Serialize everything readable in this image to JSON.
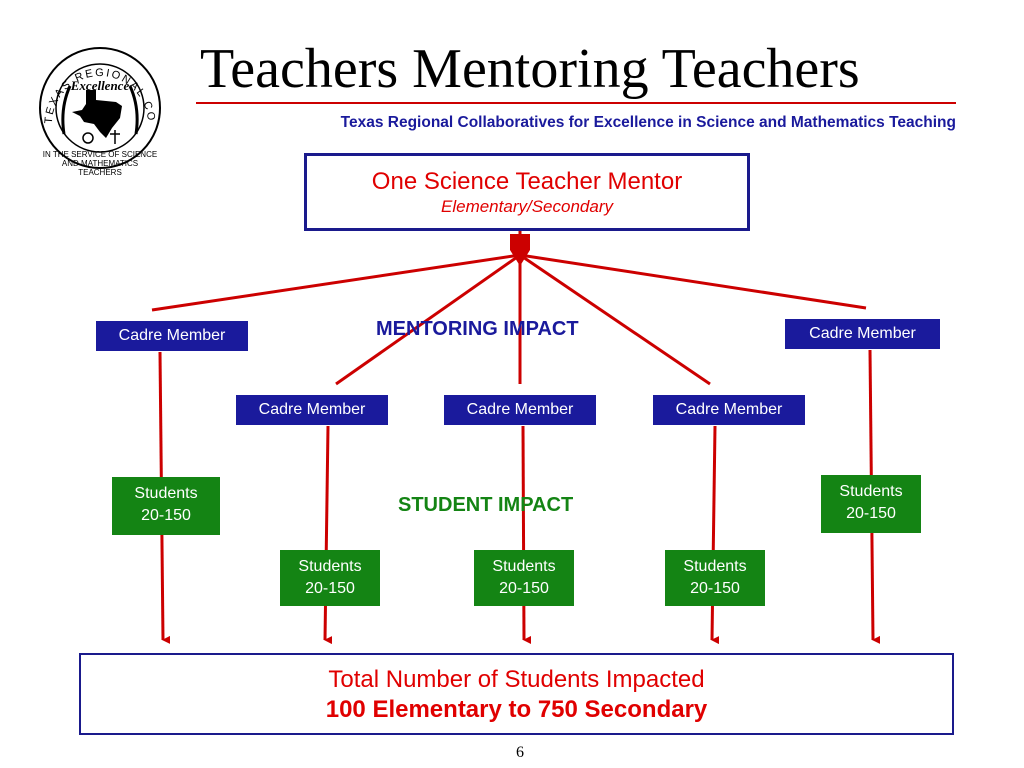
{
  "header": {
    "title": "Teachers Mentoring Teachers",
    "subtitle": "Texas Regional Collaboratives for Excellence in Science and Mathematics Teaching"
  },
  "logo": {
    "ring_text": "TEXAS REGIONAL COLLABORATIVES",
    "center_text": "Excellence",
    "caption_line1": "IN THE SERVICE OF SCIENCE",
    "caption_line2": "AND MATHEMATICS TEACHERS"
  },
  "mentor": {
    "title": "One Science Teacher Mentor",
    "subtitle": "Elementary/Secondary"
  },
  "labels": {
    "mentoring_impact": "MENTORING IMPACT",
    "student_impact": "STUDENT IMPACT"
  },
  "cadre_members": [
    {
      "label": "Cadre Member"
    },
    {
      "label": "Cadre Member"
    },
    {
      "label": "Cadre Member"
    },
    {
      "label": "Cadre Member"
    },
    {
      "label": "Cadre Member"
    }
  ],
  "students": [
    {
      "label": "Students",
      "range": "20-150"
    },
    {
      "label": "Students",
      "range": "20-150"
    },
    {
      "label": "Students",
      "range": "20-150"
    },
    {
      "label": "Students",
      "range": "20-150"
    },
    {
      "label": "Students",
      "range": "20-150"
    }
  ],
  "total": {
    "title": "Total Number of Students Impacted",
    "subtitle": "100 Elementary to 750 Secondary"
  },
  "footer": {
    "page_number": "6"
  },
  "colors": {
    "navy": "#1a1a9c",
    "green": "#148414",
    "red": "#cc0000",
    "text_red": "#e00000"
  }
}
